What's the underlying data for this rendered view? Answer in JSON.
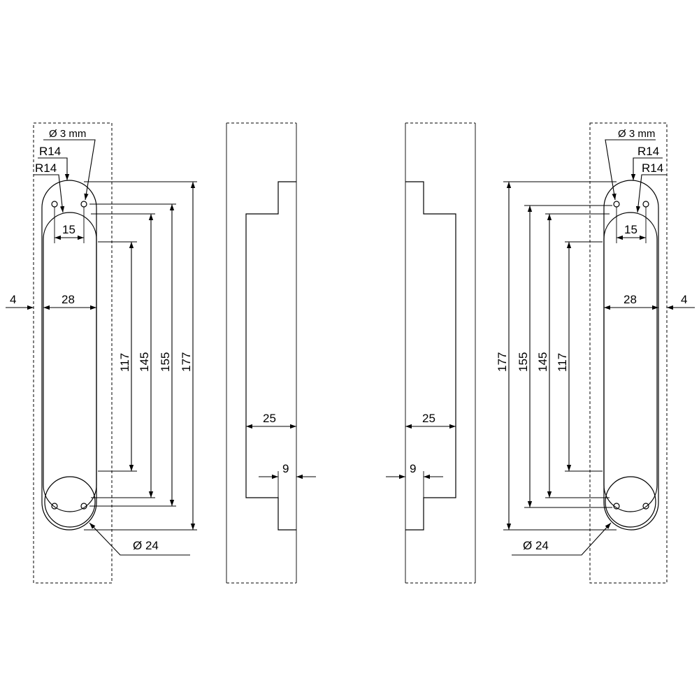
{
  "labels": {
    "hole_diameter": "Ø 3 mm",
    "radius_1": "R14",
    "radius_2": "R14",
    "hole_spacing": "15",
    "width": "28",
    "offset": "4",
    "dim_117": "117",
    "dim_145": "145",
    "dim_155": "155",
    "dim_177": "177",
    "circle_diameter": "Ø 24",
    "depth": "25",
    "step": "9"
  },
  "colors": {
    "line": "#000000",
    "background": "#ffffff"
  }
}
